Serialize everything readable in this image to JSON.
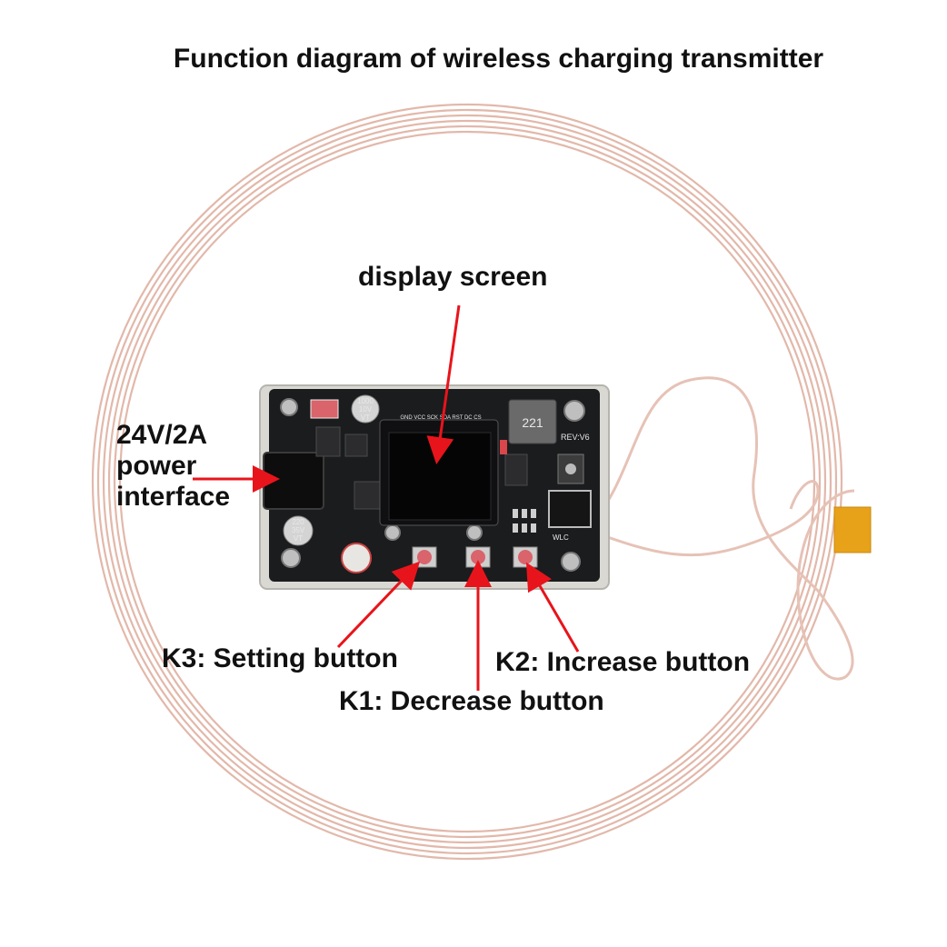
{
  "title": "Function diagram of wireless charging transmitter",
  "labels": {
    "display_screen": "display screen",
    "power_line1": "24V/2A",
    "power_line2": "power",
    "power_line3": "interface",
    "k3": "K3: Setting button",
    "k2": "K2: Increase button",
    "k1": "K1: Decrease button"
  },
  "pcb_markings": {
    "inductor": "221",
    "revision": "REV:V6",
    "coil_connector": "WLC",
    "cap_top_1": "1000",
    "cap_top_2": "10V",
    "cap_top_3": "VT",
    "cap_bottom_1": "220",
    "cap_bottom_2": "35V",
    "cap_bottom_3": "VT",
    "oled_header": "GND VCC SCK SDA RST DC CS"
  },
  "colors": {
    "arrow": "#e8141b",
    "coil": "#e2b8aa",
    "pcb": "#1b1c1e",
    "enclosure": "#d9d8d2",
    "button": "#d9646b",
    "tape": "#e8a21a"
  }
}
